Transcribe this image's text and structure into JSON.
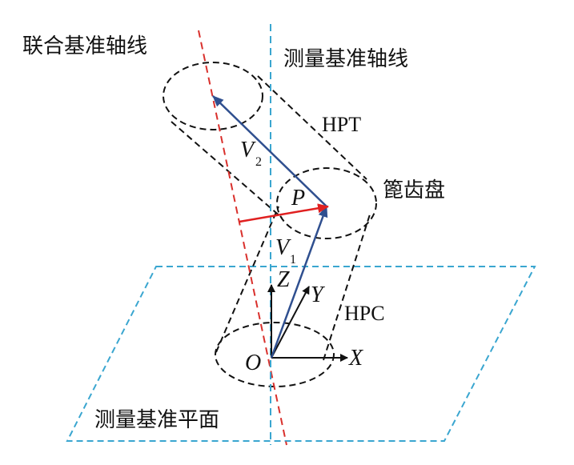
{
  "labels": {
    "combined_axis": "联合基准轴线",
    "measure_axis": "测量基准轴线",
    "hpt": "HPT",
    "disk": "篦齿盘",
    "hpc": "HPC",
    "measure_plane": "测量基准平面"
  },
  "symbols": {
    "v": "V",
    "v2_sub": "2",
    "v1_sub": "1",
    "p": "P",
    "z": "Z",
    "y": "Y",
    "x": "X",
    "o": "O"
  },
  "colors": {
    "combined_axis": "#d9302c",
    "measure_axis": "#3aa6d0",
    "plane": "#3aa6d0",
    "vector": "#2f4f8f",
    "p_vector": "#e02020",
    "dashed": "#111111"
  }
}
